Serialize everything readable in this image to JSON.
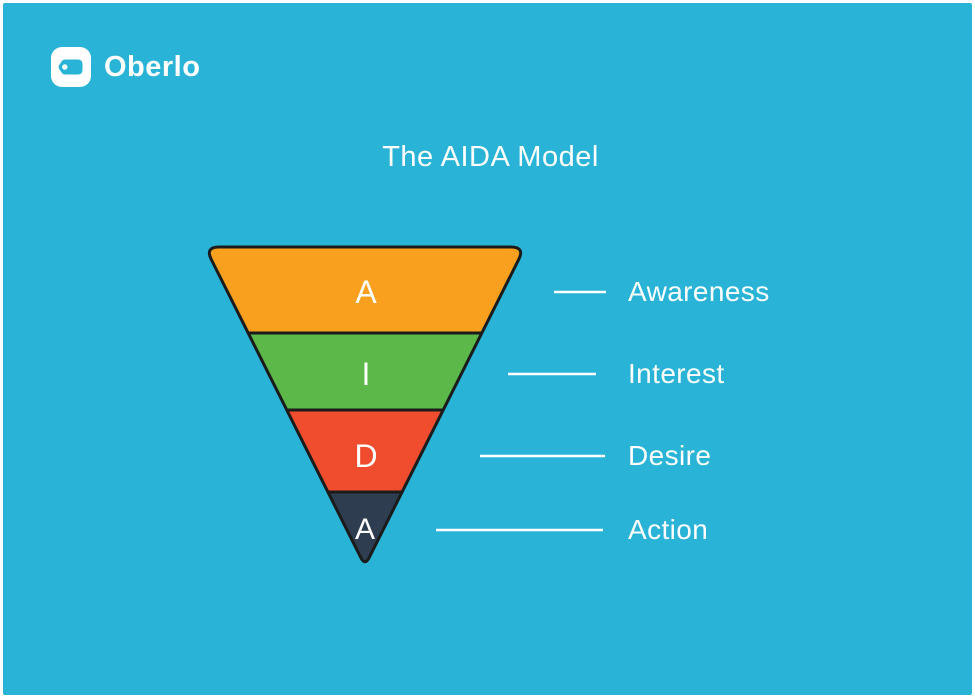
{
  "logo": {
    "brand": "Oberlo",
    "icon": "tag-icon"
  },
  "title": "The AIDA Model",
  "colors": {
    "background": "#29B3D6",
    "funnel_outline": "#1B1B1B",
    "text": "#FFFFFF",
    "logo_badge": "#FFFFFF",
    "logo_tag": "#29B3D6"
  },
  "chart_data": {
    "type": "funnel",
    "title": "The AIDA Model",
    "orientation": "inverted-triangle",
    "stages": [
      {
        "letter": "A",
        "label": "Awareness",
        "color": "#F9A01F"
      },
      {
        "letter": "I",
        "label": "Interest",
        "color": "#5CB848"
      },
      {
        "letter": "D",
        "label": "Desire",
        "color": "#F04D2E"
      },
      {
        "letter": "A",
        "label": "Action",
        "color": "#2E3D50"
      }
    ]
  }
}
